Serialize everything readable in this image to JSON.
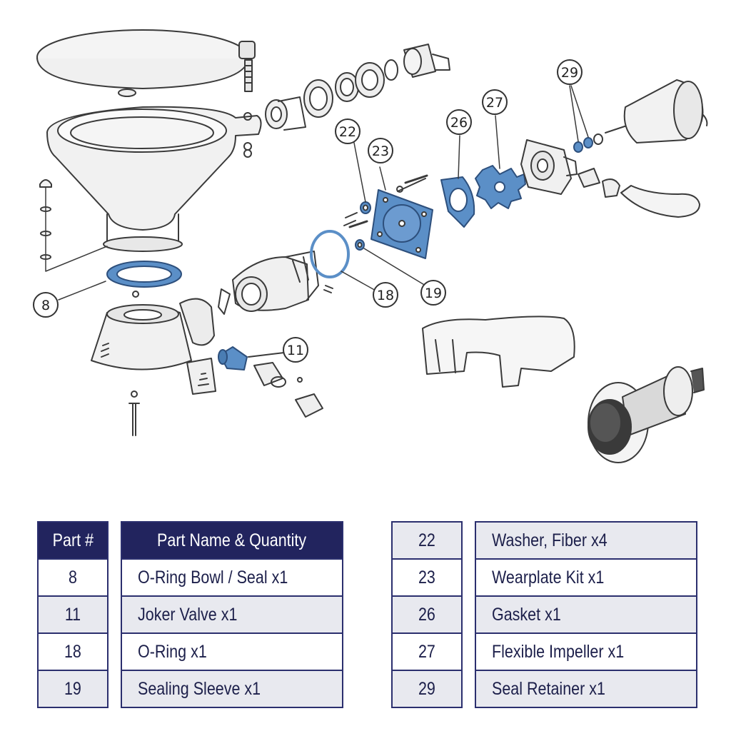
{
  "table_left": {
    "headers": {
      "part": "Part #",
      "name": "Part Name & Quantity"
    },
    "rows": [
      {
        "part": "8",
        "name": "O-Ring Bowl / Seal  x1"
      },
      {
        "part": "11",
        "name": "Joker Valve  x1"
      },
      {
        "part": "18",
        "name": "O-Ring  x1"
      },
      {
        "part": "19",
        "name": "Sealing Sleeve  x1"
      }
    ]
  },
  "table_right": {
    "rows": [
      {
        "part": "22",
        "name": "Washer, Fiber  x4"
      },
      {
        "part": "23",
        "name": "Wearplate Kit  x1"
      },
      {
        "part": "26",
        "name": "Gasket  x1"
      },
      {
        "part": "27",
        "name": "Flexible Impeller  x1"
      },
      {
        "part": "29",
        "name": "Seal Retainer  x1"
      }
    ]
  },
  "callouts": [
    "8",
    "11",
    "18",
    "19",
    "22",
    "23",
    "26",
    "27",
    "29"
  ],
  "colors": {
    "highlight_part": "#5b8fc7",
    "outline": "#3a3a3a",
    "header_bg": "#22245e",
    "row_alt_bg": "#e8e9ef",
    "table_border": "#2b2f6e"
  }
}
